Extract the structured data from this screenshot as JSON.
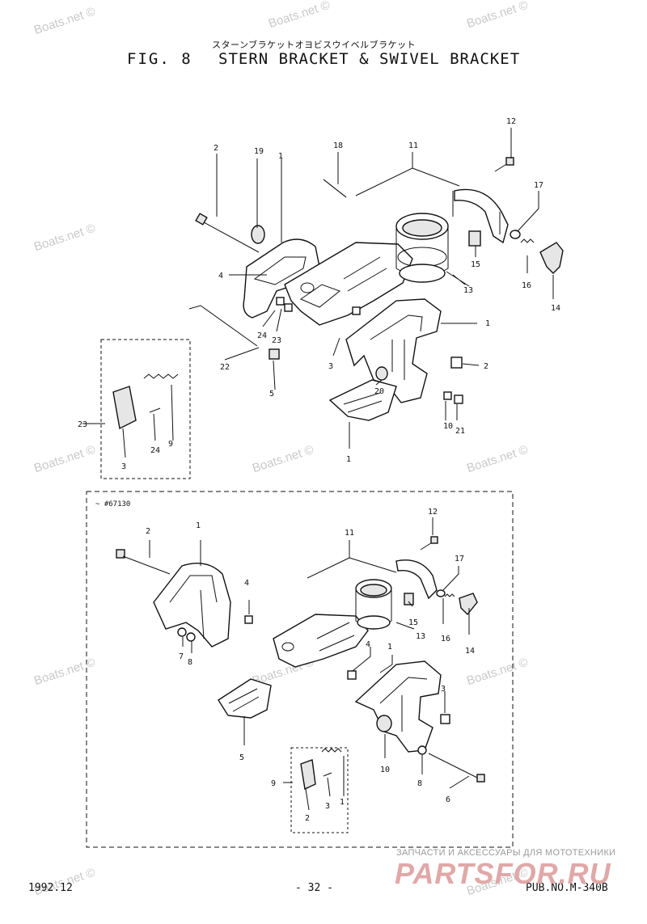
{
  "header": {
    "japanese_title": "スターンブラケットオヨビスウイベルブラケット",
    "fig_label": "FIG. 8",
    "title": "STERN BRACKET & SWIVEL BRACKET"
  },
  "watermark": "Boats.net ©",
  "inset_label": "~ #67130",
  "upper_callouts": [
    "2",
    "19",
    "1",
    "18",
    "11",
    "12",
    "17",
    "4",
    "15",
    "13",
    "16",
    "14",
    "24",
    "23",
    "1",
    "3",
    "22",
    "20",
    "10",
    "21",
    "23",
    "24",
    "9",
    "3",
    "1",
    "2",
    "5"
  ],
  "lower_callouts": [
    "2",
    "1",
    "11",
    "12",
    "17",
    "4",
    "15",
    "13",
    "16",
    "14",
    "4",
    "1",
    "7",
    "8",
    "3",
    "5",
    "10",
    "9",
    "3",
    "1",
    "2",
    "8",
    "6"
  ],
  "footer": {
    "date": "1992.12",
    "page": "- 32 -",
    "pub_no": "PUB.NO.M-340B"
  },
  "brand": {
    "tagline": "ЗАПЧАСТИ И АКСЕССУАРЫ ДЛЯ МОТОТЕХНИКИ",
    "name": "PARTSFOR.RU"
  }
}
